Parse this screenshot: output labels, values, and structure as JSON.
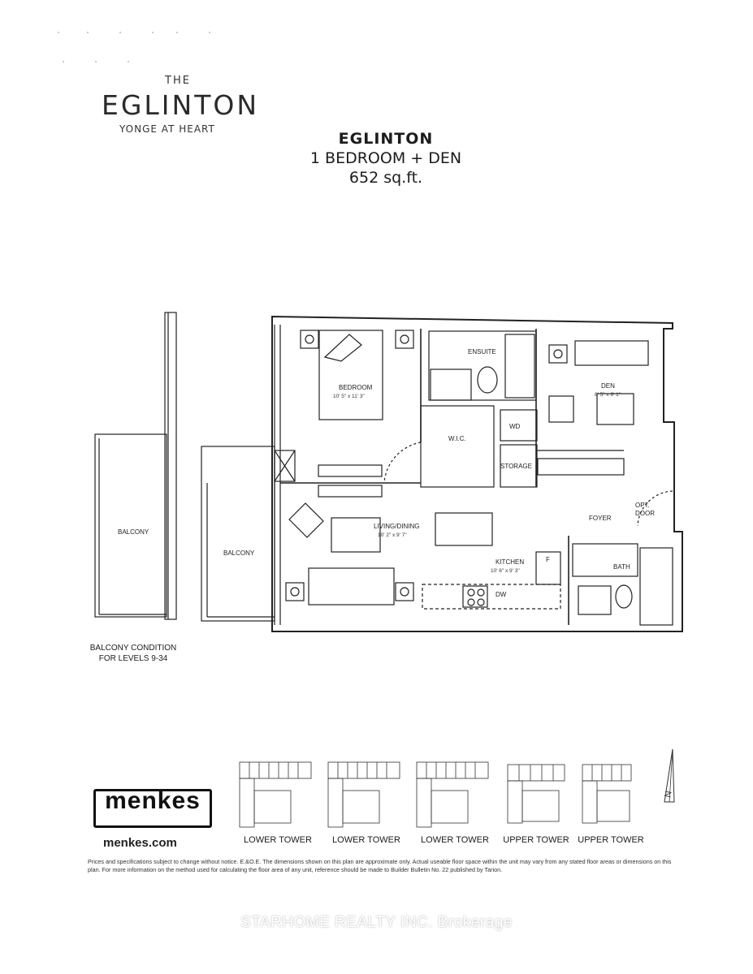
{
  "brand": {
    "the": "THE",
    "name": "EGLINTON",
    "tagline": "YONGE AT HEART"
  },
  "unit": {
    "name": "EGLINTON",
    "type": "1 BEDROOM + DEN",
    "area": "652 sq.ft."
  },
  "rooms": {
    "bedroom": {
      "label": "BEDROOM",
      "dims": "10' 5\" x 11' 3\""
    },
    "ensuite": {
      "label": "ENSUITE"
    },
    "den": {
      "label": "DEN",
      "dims": "8' 5\" x 9' 1\""
    },
    "wic": {
      "label": "W.I.C."
    },
    "wd": {
      "label": "WD"
    },
    "storage": {
      "label": "STORAGE"
    },
    "opt_door": {
      "label_1": "OPT.",
      "label_2": "DOOR"
    },
    "foyer": {
      "label": "FOYER"
    },
    "living": {
      "label": "LIVING/DINING",
      "dims": "10' 2\" x 9' 7\""
    },
    "kitchen": {
      "label": "KITCHEN",
      "dims": "10' 6\" x 9' 3\""
    },
    "fridge": {
      "label": "F"
    },
    "dw": {
      "label": "DW"
    },
    "bath": {
      "label": "BATH"
    },
    "balcony_main": {
      "label": "BALCONY"
    },
    "balcony_alt": {
      "label": "BALCONY"
    }
  },
  "balcony_condition": {
    "line_1": "BALCONY CONDITION",
    "line_2": "FOR LEVELS 9-34"
  },
  "logo": {
    "name": "menkes",
    "url": "menkes.com"
  },
  "key_plans": [
    {
      "label": "LOWER TOWER"
    },
    {
      "label": "LOWER TOWER"
    },
    {
      "label": "LOWER TOWER"
    },
    {
      "label": "UPPER TOWER"
    },
    {
      "label": "UPPER TOWER"
    }
  ],
  "compass": {
    "label": "N"
  },
  "disclaimer": "Prices and specifications subject to change without notice. E.&O.E. The dimensions shown on this plan are approximate only. Actual useable floor space within the unit may vary from any stated floor areas or dimensions on this plan. For more information on the method used for calculating the floor area of any unit, reference should be made to Builder Bulletin No. 22 published by Tarion.",
  "watermark": "STARHOME REALTY INC. Brokerage"
}
